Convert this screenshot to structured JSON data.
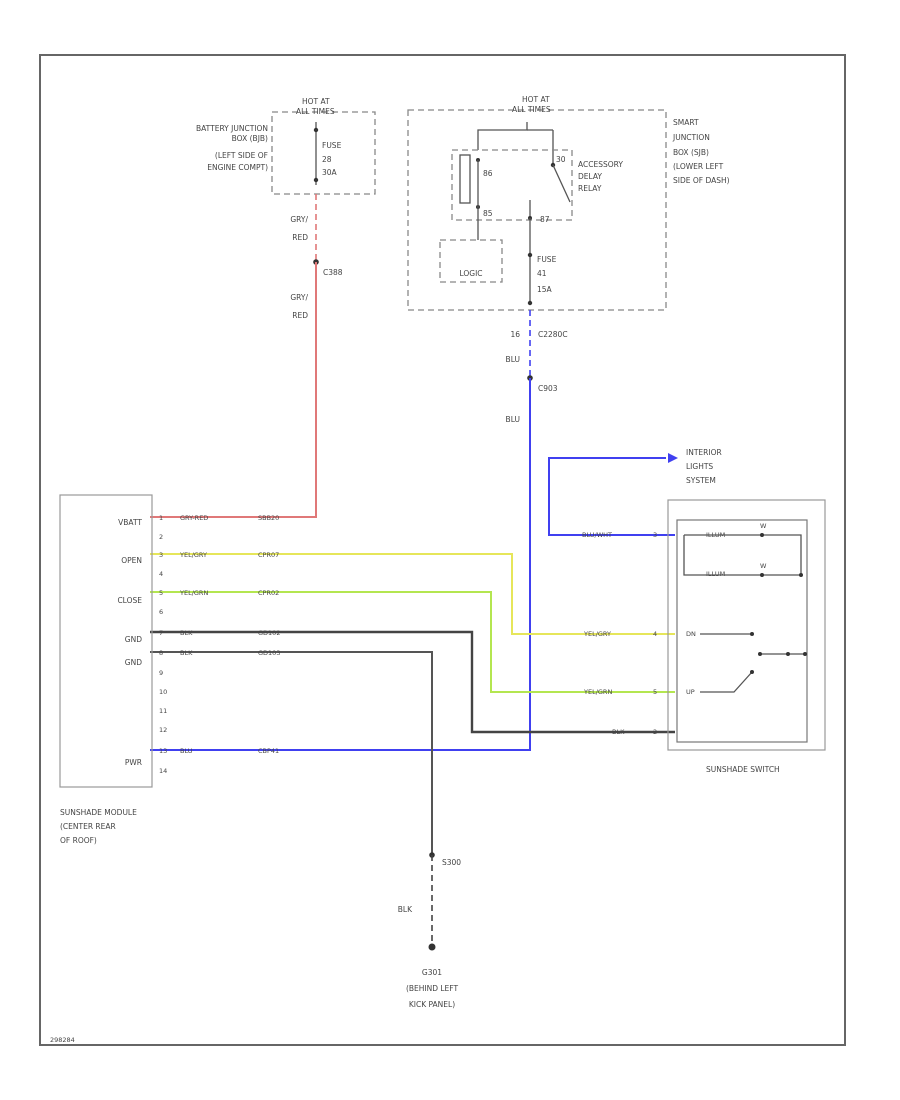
{
  "colors": {
    "gry_red": "#e07878",
    "blu": "#4040f0",
    "yel_gry": "#e6e65a",
    "yel_grn": "#b4e650",
    "blk": "#444444"
  },
  "power_left": {
    "hot_label": [
      "HOT AT",
      "ALL TIMES"
    ],
    "location": [
      "BATTERY JUNCTION",
      "BOX (BJB)",
      "(LEFT SIDE OF",
      "ENGINE COMPT)"
    ],
    "fuse": [
      "FUSE",
      "28",
      "30A"
    ]
  },
  "power_right": {
    "hot_label": [
      "HOT AT",
      "ALL TIMES"
    ],
    "location": [
      "SMART",
      "JUNCTION",
      "BOX (SJB)",
      "(LOWER LEFT",
      "SIDE OF DASH)"
    ],
    "relay_label": [
      "ACCESSORY",
      "DELAY",
      "RELAY"
    ],
    "relay_pins": [
      "30",
      "86",
      "85",
      "87"
    ],
    "logic_label": "LOGIC",
    "fuse": [
      "FUSE",
      "41",
      "15A"
    ]
  },
  "wires": {
    "left_upper": [
      "GRY/",
      "RED"
    ],
    "left_lower": [
      "GRY/",
      "RED"
    ],
    "s_left": "C388",
    "c_right_pin": "16",
    "c_right": "C2280C",
    "right_upper": "BLU",
    "s_right": "C903",
    "right_lower": "BLU",
    "ground_color": "BLK",
    "ground_splice": "S300"
  },
  "interior_lights": [
    "INTERIOR",
    "LIGHTS",
    "SYSTEM"
  ],
  "module": {
    "caption": [
      "SUNSHADE MODULE",
      "(CENTER REAR",
      "OF ROOF)"
    ],
    "pins": [
      {
        "name": "VBATT",
        "num": "1",
        "color": "GRY-RED",
        "circuit": "SBB20"
      },
      {
        "name": "",
        "num": "2"
      },
      {
        "name": "OPEN",
        "num": "3",
        "color": "YEL/GRY",
        "circuit": "CPR07"
      },
      {
        "name": "",
        "num": "4"
      },
      {
        "name": "CLOSE",
        "num": "5",
        "color": "YEL/GRN",
        "circuit": "CPR02"
      },
      {
        "name": "",
        "num": "6"
      },
      {
        "name": "GND",
        "num": "7",
        "color": "BLK",
        "circuit": "GD102"
      },
      {
        "name": "GND",
        "num": "8",
        "color": "BLK",
        "circuit": "GD103"
      },
      {
        "name": "",
        "num": "9"
      },
      {
        "name": "",
        "num": "10"
      },
      {
        "name": "",
        "num": "11"
      },
      {
        "name": "",
        "num": "12"
      },
      {
        "name": "PWR",
        "num": "13",
        "color": "BLU",
        "circuit": "CBP41"
      },
      {
        "name": "",
        "num": "14"
      }
    ]
  },
  "switch": {
    "caption": "SUNSHADE SWITCH",
    "rows": [
      {
        "wire": "BLU/WHT",
        "pin": "3",
        "label": "ILLUM",
        "extra": "W"
      },
      {
        "wire": "",
        "pin": "",
        "label": "ILLUM",
        "extra": "W"
      },
      {
        "wire": "YEL/GRY",
        "pin": "4",
        "label": "DN"
      },
      {
        "wire": "YEL/GRN",
        "pin": "5",
        "label": "UP"
      },
      {
        "wire": "BLK",
        "pin": "2",
        "label": ""
      }
    ]
  },
  "ground": {
    "label": [
      "G301",
      "(BEHIND LEFT",
      "KICK PANEL)"
    ]
  },
  "figure_code": "298284"
}
